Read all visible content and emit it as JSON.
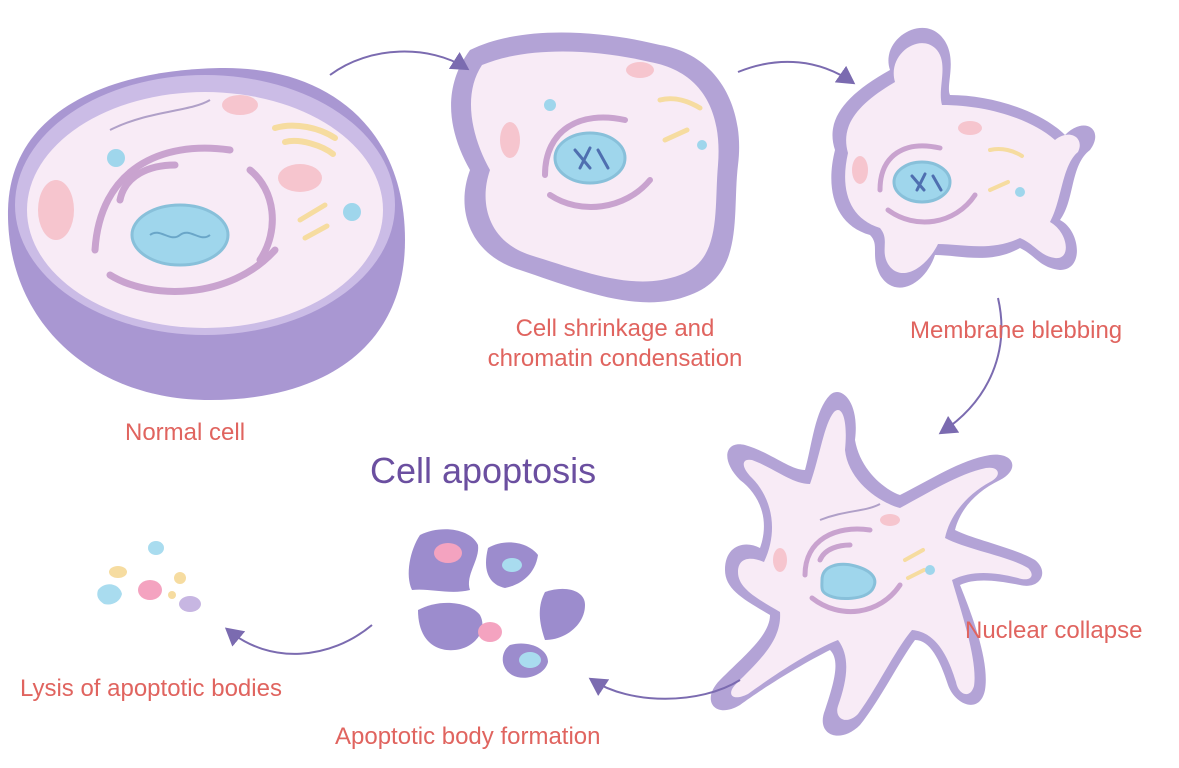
{
  "diagram": {
    "title": "Cell apoptosis",
    "stages": {
      "normal": "Normal cell",
      "shrinkage_line1": "Cell shrinkage and",
      "shrinkage_line2": "chromatin condensation",
      "blebbing": "Membrane blebbing",
      "collapse": "Nuclear collapse",
      "body_formation": "Apoptotic body formation",
      "lysis": "Lysis of apoptotic bodies"
    },
    "colors": {
      "label": "#e0645f",
      "title": "#6b4fa0",
      "membrane": "#b3a3d6",
      "membrane_dark": "#8f7cc4",
      "cytoplasm": "#f7e9f4",
      "nucleus": "#a9dcef",
      "organelle_pink": "#f4b6c4",
      "organelle_yellow": "#f6dca0",
      "arrow": "#7b6bb0"
    }
  }
}
